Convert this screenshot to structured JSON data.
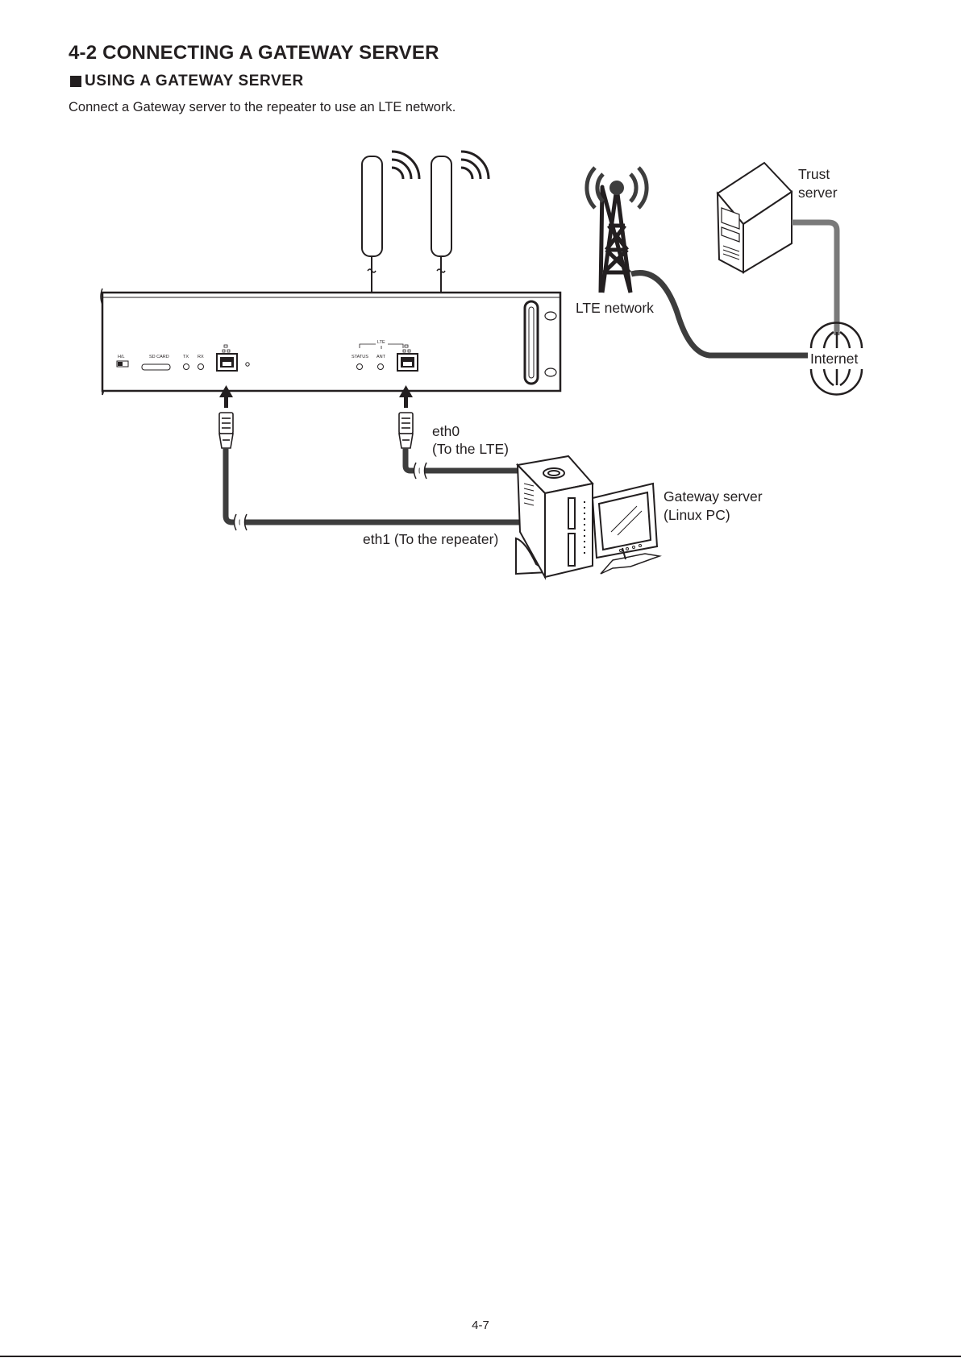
{
  "section": {
    "heading": "4-2 CONNECTING A GATEWAY SERVER",
    "subheading": "USING A GATEWAY SERVER",
    "intro": "Connect a Gateway server to the repeater to use an LTE network."
  },
  "diagram": {
    "labels": {
      "trust_server": [
        "Trust",
        "server"
      ],
      "lte_network": "LTE network",
      "internet": "Internet",
      "eth0": [
        "eth0",
        "(To the LTE)"
      ],
      "gateway_server": [
        "Gateway server",
        "(Linux PC)"
      ],
      "eth1": "eth1 (To the repeater)"
    },
    "panel_markings": {
      "hl": "H/L",
      "sd_card": "SD CARD",
      "tx": "TX",
      "rx": "RX",
      "lte": "LTE",
      "status": "STATUS",
      "ant": "ANT"
    }
  },
  "footer": {
    "page_number": "4-7"
  },
  "colors": {
    "ink": "#231f20",
    "cable": "#3d3d3d",
    "trust_cable": "#7a7a7a"
  }
}
